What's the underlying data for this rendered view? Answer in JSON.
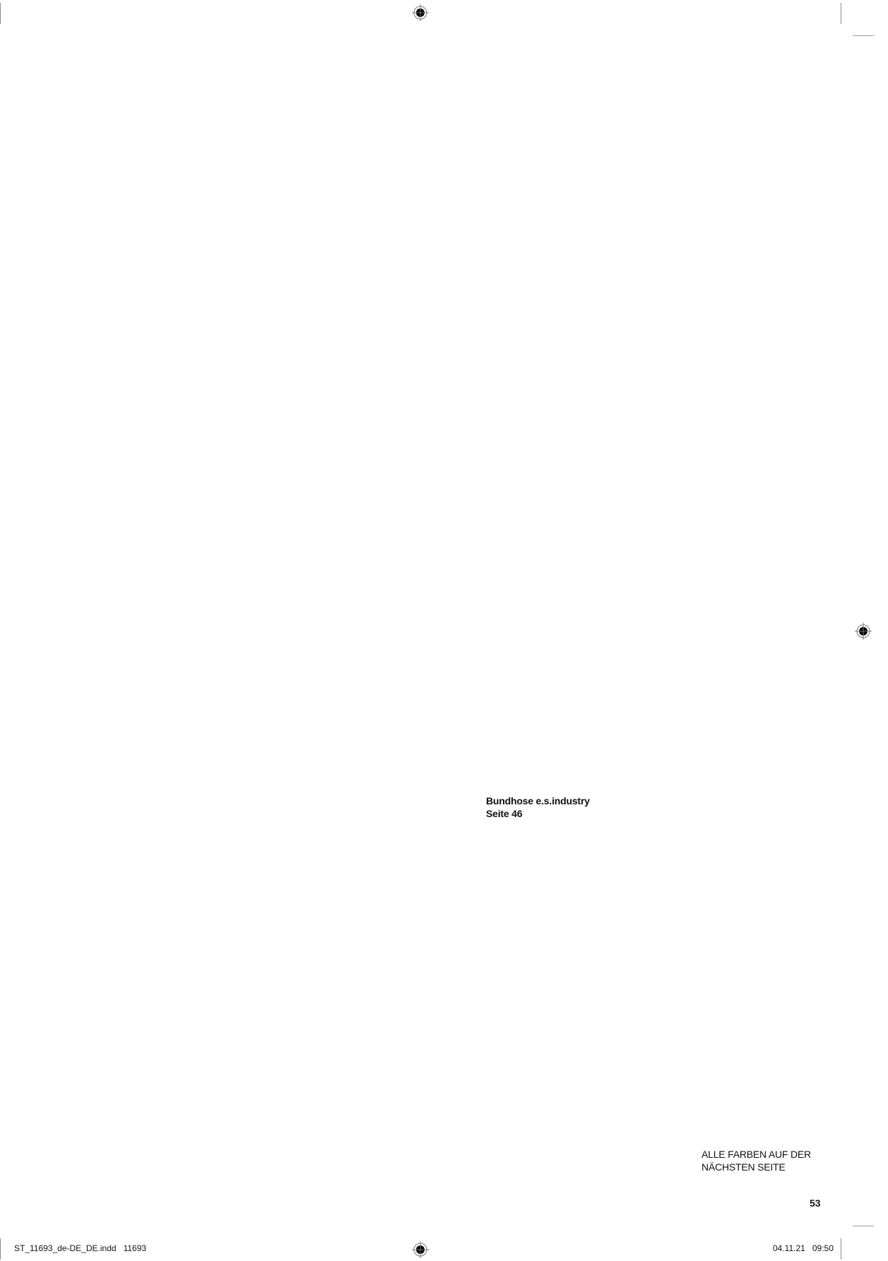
{
  "product_reference": {
    "title": "Bundhose e.s.industry",
    "page_ref": "Seite 46"
  },
  "note": {
    "line1": "ALLE FARBEN AUF DER",
    "line2": "NÄCHSTEN SEITE"
  },
  "page_number": "53",
  "slug": {
    "file": "ST_11693_de-DE_DE.indd",
    "job": "11693",
    "date": "04.11.21",
    "time": "09:50"
  },
  "marks": {
    "registration_icon": "registration-mark-icon",
    "crop_color": "#8a8a8a"
  }
}
